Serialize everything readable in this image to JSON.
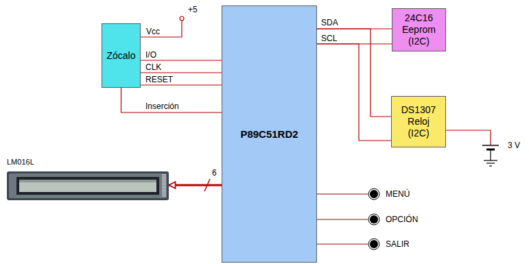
{
  "diagram": {
    "nodes": [
      {
        "text": [
          "Zócalo"
        ]
      },
      {
        "text": [
          "P89C51RD2"
        ]
      },
      {
        "text": [
          "24C16 Eeprom (I2C)"
        ]
      },
      {
        "text": [
          "DS1307 Reloj (I2C)"
        ]
      },
      {
        "text": [
          "LM016L"
        ]
      },
      {
        "text": [
          "MENÚ"
        ]
      },
      {
        "text": [
          "OPCIÓN"
        ]
      },
      {
        "text": [
          "SALIR"
        ]
      }
    ],
    "edges": [
      {
        "from": 0,
        "to": 1,
        "label": "I/O",
        "arrow": "none"
      },
      {
        "from": 0,
        "to": 1,
        "label": "CLK",
        "arrow": "none"
      },
      {
        "from": 0,
        "to": 1,
        "label": "RESET",
        "arrow": "none"
      },
      {
        "from": 0,
        "to": 1,
        "label": "Inserción",
        "arrow": "none"
      },
      {
        "from": 1,
        "to": 2,
        "label": "SDA",
        "arrow": "none"
      },
      {
        "from": 1,
        "to": 2,
        "label": "SCL",
        "arrow": "none"
      },
      {
        "from": 1,
        "to": 3,
        "arrow": "none"
      },
      {
        "from": 1,
        "to": 3,
        "arrow": "none"
      },
      {
        "from": 1,
        "to": 4,
        "label": "6",
        "arrow": "to"
      },
      {
        "from": 1,
        "to": 5,
        "arrow": "none"
      },
      {
        "from": 1,
        "to": 6,
        "arrow": "none"
      },
      {
        "from": 1,
        "to": 7,
        "arrow": "none"
      }
    ],
    "labels": [
      "Vcc",
      "+5",
      "3 V"
    ]
  }
}
